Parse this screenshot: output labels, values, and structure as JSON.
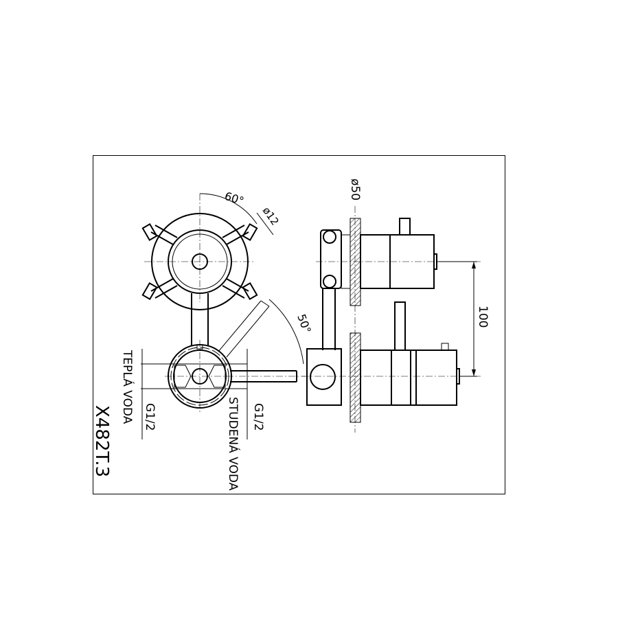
{
  "drawing": {
    "code": "X482T.3",
    "angle_handles": "60°",
    "angle_lever": "50°",
    "dia_handle": "ø12",
    "dia_rosette": "ø50",
    "distance": "100",
    "hot_thread": "G1/2",
    "hot_label": "TEPLÁ VODA",
    "cold_thread": "G1/2",
    "cold_label": "STUDENÁ VODA"
  }
}
